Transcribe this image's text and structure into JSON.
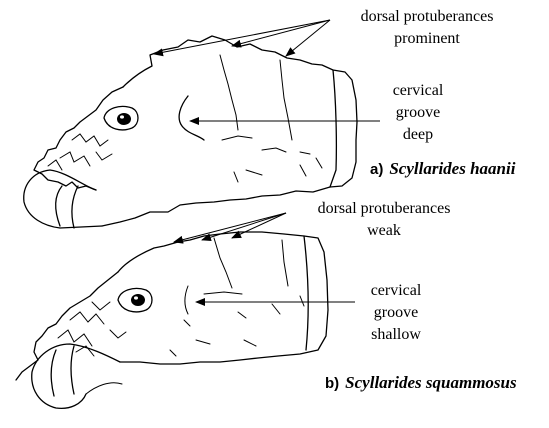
{
  "panel_a": {
    "protuberance_label_line1": "dorsal protuberances",
    "protuberance_label_line2": "prominent",
    "groove_label_line1": "cervical",
    "groove_label_line2": "groove",
    "groove_label_line3": "deep",
    "caption_letter": "a)",
    "caption_species": "Scyllarides haanii"
  },
  "panel_b": {
    "protuberance_label_line1": "dorsal protuberances",
    "protuberance_label_line2": "weak",
    "groove_label_line1": "cervical",
    "groove_label_line2": "groove",
    "groove_label_line3": "shallow",
    "caption_letter": "b)",
    "caption_species": "Scyllarides squammosus"
  }
}
